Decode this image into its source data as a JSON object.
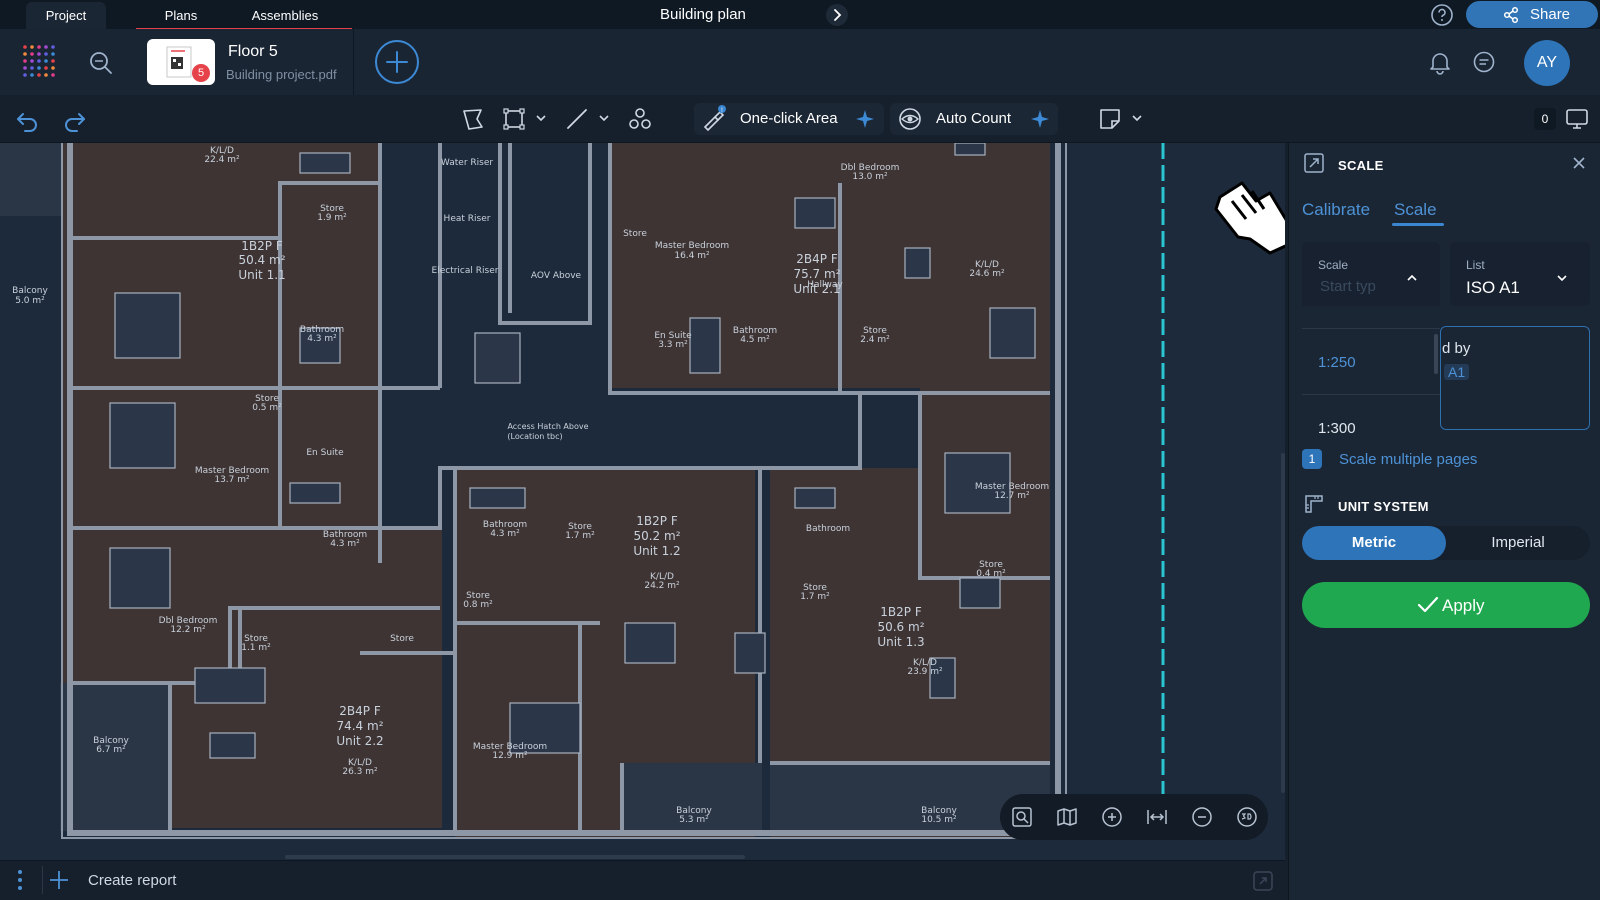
{
  "tabs": [
    {
      "label": "Project"
    },
    {
      "label": "Plans"
    },
    {
      "label": "Assemblies"
    }
  ],
  "header": {
    "title": "Building plan",
    "share_label": "Share"
  },
  "file": {
    "name": "Floor 5",
    "source": "Building project.pdf",
    "badge": "5"
  },
  "user": {
    "initials": "AY"
  },
  "toolbar": {
    "one_click_area": "One-click Area",
    "auto_count": "Auto Count",
    "counter": "0"
  },
  "bottom": {
    "create_report": "Create report"
  },
  "panel": {
    "title": "SCALE",
    "tabs": {
      "calibrate": "Calibrate",
      "scale": "Scale"
    },
    "scale_field": {
      "label": "Scale",
      "placeholder": "Start typ"
    },
    "list_field": {
      "label": "List",
      "value": "ISO A1"
    },
    "scale_options": [
      "1:250",
      "1:300"
    ],
    "detected": {
      "line1": "d by",
      "line2": "A1"
    },
    "multi": {
      "badge": "1",
      "label": "Scale multiple pages"
    },
    "unit_system": {
      "title": "UNIT SYSTEM",
      "metric": "Metric",
      "imperial": "Imperial"
    },
    "apply": "Apply"
  },
  "plan_labels": {
    "balcony_top": "Balcony",
    "balcony_top_area": "5.0 m²",
    "kld_top": "K/L/D",
    "kld_top_area": "22.4 m²",
    "unit11_type": "1B2P F",
    "unit11_area": "50.4 m²",
    "unit11_name": "Unit 1.1",
    "store1": "Store",
    "store1_area": "1.9 m²",
    "bathroom1": "Bathroom",
    "bathroom1_area": "4.3 m²",
    "water_riser": "Water Riser",
    "heat_riser": "Heat Riser",
    "electrical_riser": "Electrical Riser",
    "aov": "AOV Above",
    "access_hatch": "Access Hatch Above",
    "access_hatch_sub": "(Location tbc)",
    "master_bedroom_a": "Master Bedroom",
    "master_bedroom_a_area": "16.4 m²",
    "unit21_type": "2B4P F",
    "unit21_area": "75.7 m²",
    "unit21_name": "Unit 2.1",
    "hallway": "Hallway",
    "dbl_bedroom_top": "Dbl Bedroom",
    "dbl_bedroom_top_area": "13.0 m²",
    "kld_right": "K/L/D",
    "kld_right_area": "24.6 m²",
    "en_suite": "En Suite",
    "en_suite_area": "3.3 m²",
    "bathroom2": "Bathroom",
    "bathroom2_area": "4.5 m²",
    "store2": "Store",
    "store2_area": "2.4 m²",
    "store3": "Store",
    "store3_area": "0.5 m²",
    "en_suite2": "En Suite",
    "master_bedroom_b": "Master Bedroom",
    "master_bedroom_b_area": "13.7 m²",
    "bathroom3": "Bathroom",
    "bathroom3_area": "4.3 m²",
    "store4": "Store",
    "store4_area": "1.7 m²",
    "unit12_type": "1B2P F",
    "unit12_area": "50.2 m²",
    "unit12_name": "Unit 1.2",
    "kld_mid": "K/L/D",
    "kld_mid_area": "24.2 m²",
    "bathroom4": "Bathroom",
    "bathroom4_area": "4.3 m²",
    "master_bedroom_c": "Master Bedroom",
    "master_bedroom_c_area": "12.7 m²",
    "store5": "Store",
    "store5_area": "0.8 m²",
    "store6": "Store",
    "store6_area": "1.7 m²",
    "store7": "Store",
    "store7_area": "0.4 m²",
    "unit13_type": "1B2P F",
    "unit13_area": "50.6 m²",
    "unit13_name": "Unit 1.3",
    "kld_r2": "K/L/D",
    "kld_r2_area": "23.9 m²",
    "dbl_bedroom_b": "Dbl Bedroom",
    "dbl_bedroom_b_area": "12.2 m²",
    "store8": "Store",
    "store8_area": "1.1 m²",
    "store9": "Store",
    "unit22_type": "2B4P F",
    "unit22_area": "74.4 m²",
    "unit22_name": "Unit 2.2",
    "kld_bot": "K/L/D",
    "kld_bot_area": "26.3 m²",
    "master_bedroom_d": "Master Bedroom",
    "master_bedroom_d_area": "12.9 m²",
    "balcony_a": "Balcony",
    "balcony_a_area": "6.7 m²",
    "balcony_b": "Balcony",
    "balcony_b_area": "5.3 m²",
    "balcony_c": "Balcony",
    "balcony_c_area": "10.5 m²"
  }
}
